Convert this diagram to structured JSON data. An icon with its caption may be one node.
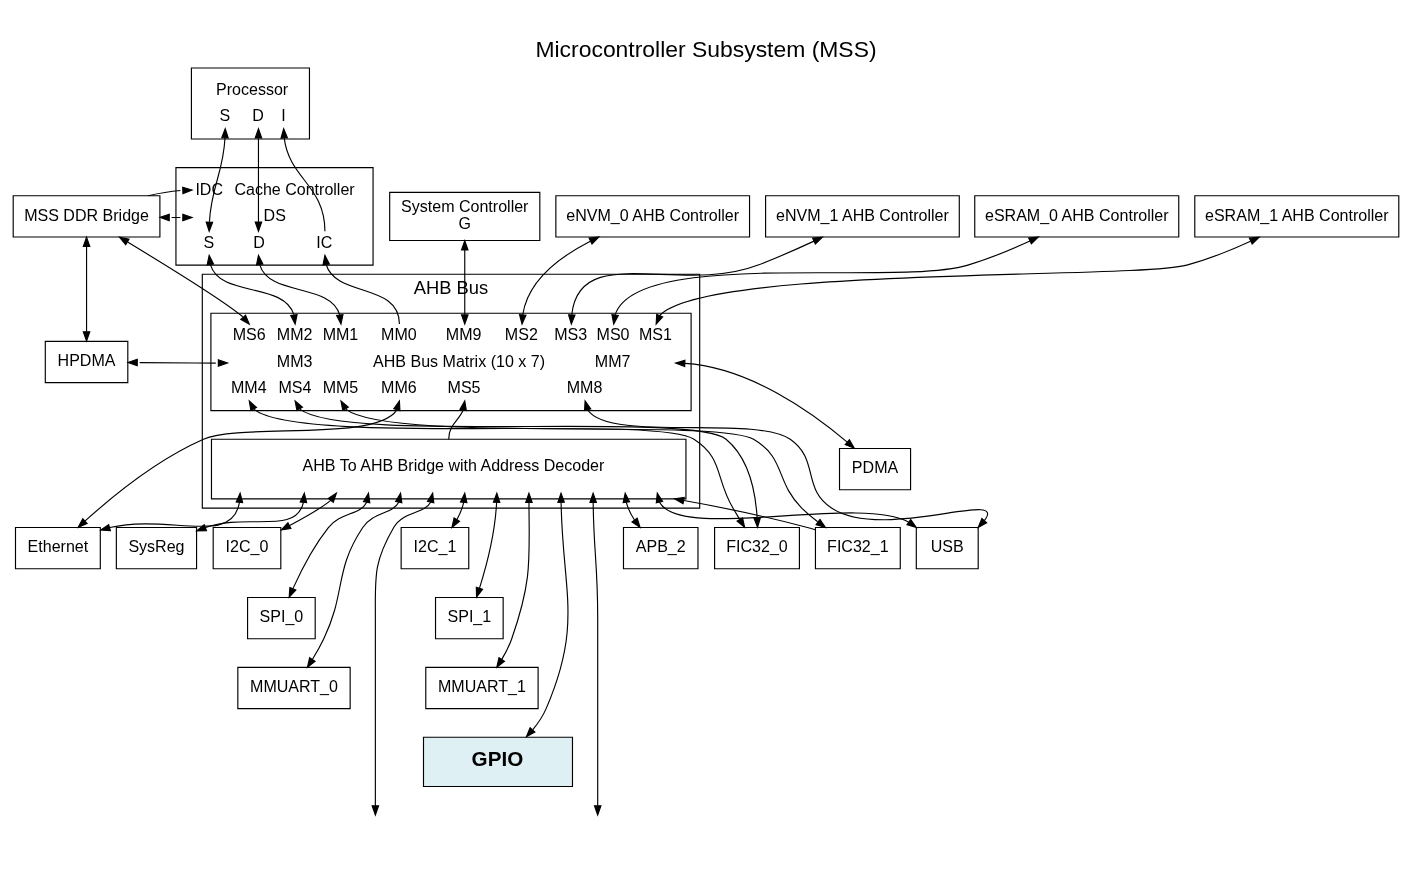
{
  "diagram": {
    "title": "Microcontroller Subsystem (MSS)",
    "nodes": [
      {
        "text": [
          "Processor",
          "S",
          "D",
          "I"
        ]
      },
      {
        "text": [
          "MSS DDR Bridge"
        ]
      },
      {
        "text": [
          "IDC",
          "Cache Controller",
          "DS",
          "S",
          "D",
          "IC"
        ]
      },
      {
        "text": [
          "System Controller",
          "G"
        ]
      },
      {
        "text": [
          "eNVM_0 AHB Controller"
        ]
      },
      {
        "text": [
          "eNVM_1 AHB Controller"
        ]
      },
      {
        "text": [
          "eSRAM_0 AHB Controller"
        ]
      },
      {
        "text": [
          "eSRAM_1 AHB Controller"
        ]
      },
      {
        "text": [
          "AHB Bus"
        ]
      },
      {
        "text": [
          "MS6",
          "MM2",
          "MM1",
          "MM0",
          "MM9",
          "MS2",
          "MS3",
          "MS0",
          "MS1",
          "MM3",
          "AHB Bus Matrix (10 x 7)",
          "MM7",
          "MM4",
          "MS4",
          "MM5",
          "MM6",
          "MS5",
          "MM8"
        ],
        "in": 8
      },
      {
        "text": [
          "AHB To AHB Bridge with Address Decoder"
        ],
        "in": 8
      },
      {
        "text": [
          "HPDMA"
        ]
      },
      {
        "text": [
          "PDMA"
        ]
      },
      {
        "text": [
          "Ethernet"
        ]
      },
      {
        "text": [
          "SysReg"
        ]
      },
      {
        "text": [
          "I2C_0"
        ]
      },
      {
        "text": [
          "SPI_0"
        ]
      },
      {
        "text": [
          "MMUART_0"
        ]
      },
      {
        "text": [
          "I2C_1"
        ]
      },
      {
        "text": [
          "SPI_1"
        ]
      },
      {
        "text": [
          "MMUART_1"
        ]
      },
      {
        "text": [
          "GPIO"
        ]
      },
      {
        "text": [
          "APB_2"
        ]
      },
      {
        "text": [
          "USB"
        ]
      },
      {
        "text": [
          "FIC32_0"
        ]
      },
      {
        "text": [
          "FIC32_1"
        ]
      }
    ],
    "edges": [
      {
        "from": 0,
        "to": 2,
        "arrow": "both"
      },
      {
        "from": 0,
        "to": 2,
        "arrow": "both"
      },
      {
        "from": 2,
        "to": 0,
        "arrow": "to"
      },
      {
        "from": 1,
        "to": 2,
        "arrow": "to"
      },
      {
        "from": 1,
        "to": 2,
        "arrow": "both"
      },
      {
        "from": 2,
        "to": 9,
        "arrow": "both"
      },
      {
        "from": 2,
        "to": 9,
        "arrow": "both"
      },
      {
        "from": 9,
        "to": 2,
        "arrow": "to"
      },
      {
        "from": 1,
        "to": 9,
        "arrow": "both"
      },
      {
        "from": 1,
        "to": 11,
        "arrow": "both"
      },
      {
        "from": 3,
        "to": 9,
        "arrow": "both"
      },
      {
        "from": 4,
        "to": 9,
        "arrow": "both"
      },
      {
        "from": 5,
        "to": 9,
        "arrow": "both"
      },
      {
        "from": 6,
        "to": 9,
        "arrow": "both"
      },
      {
        "from": 7,
        "to": 9,
        "arrow": "both"
      },
      {
        "from": 11,
        "to": 9,
        "arrow": "both"
      },
      {
        "from": 9,
        "to": 12,
        "arrow": "both"
      },
      {
        "from": 9,
        "to": 24,
        "arrow": "both"
      },
      {
        "from": 9,
        "to": 24,
        "arrow": "both"
      },
      {
        "from": 9,
        "to": 25,
        "arrow": "both"
      },
      {
        "from": 9,
        "to": 13,
        "arrow": "both"
      },
      {
        "from": 10,
        "to": 9,
        "arrow": "to"
      },
      {
        "from": 9,
        "to": 23,
        "arrow": "both"
      },
      {
        "from": 10,
        "to": 13,
        "arrow": "both"
      },
      {
        "from": 25,
        "to": 10,
        "arrow": "to"
      },
      {
        "from": 10,
        "to": 14,
        "arrow": "both"
      },
      {
        "from": 10,
        "to": 15,
        "arrow": "both"
      },
      {
        "from": 10,
        "to": 16,
        "arrow": "both"
      },
      {
        "from": 10,
        "to": 17,
        "arrow": "both"
      },
      {
        "from": 10,
        "to": null,
        "arrow": "both"
      },
      {
        "from": 10,
        "to": 18,
        "arrow": "both"
      },
      {
        "from": 10,
        "to": 19,
        "arrow": "both"
      },
      {
        "from": 10,
        "to": 20,
        "arrow": "both"
      },
      {
        "from": 10,
        "to": 21,
        "arrow": "both"
      },
      {
        "from": 10,
        "to": null,
        "arrow": "both"
      },
      {
        "from": 10,
        "to": 22,
        "arrow": "both"
      },
      {
        "from": 10,
        "to": 23,
        "arrow": "both"
      }
    ]
  }
}
